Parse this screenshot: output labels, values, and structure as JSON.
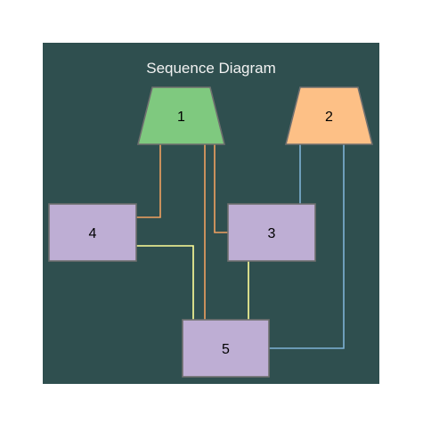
{
  "diagram": {
    "title": "Sequence Diagram",
    "colors": {
      "background": "#2f4f4f",
      "title_text": "#f2f2f2",
      "node_border": "#6f6f6f",
      "label_text": "#000000"
    },
    "nodes": [
      {
        "id": "1",
        "label": "1",
        "shape": "trapezoid",
        "fill": "#7fc97f"
      },
      {
        "id": "2",
        "label": "2",
        "shape": "trapezoid",
        "fill": "#fdc086"
      },
      {
        "id": "3",
        "label": "3",
        "shape": "rectangle",
        "fill": "#beaed4"
      },
      {
        "id": "4",
        "label": "4",
        "shape": "rectangle",
        "fill": "#beaed4"
      },
      {
        "id": "5",
        "label": "5",
        "shape": "rectangle",
        "fill": "#beaed4"
      }
    ],
    "edges": [
      {
        "from": "1",
        "to": "4",
        "color": "#f0a060"
      },
      {
        "from": "1",
        "to": "3",
        "color": "#f0a060"
      },
      {
        "from": "1",
        "to": "5",
        "color": "#f0a060"
      },
      {
        "from": "2",
        "to": "3",
        "color": "#7fb3d5"
      },
      {
        "from": "2",
        "to": "5",
        "color": "#7fb3d5"
      },
      {
        "from": "4",
        "to": "5",
        "color": "#ffff99"
      },
      {
        "from": "3",
        "to": "5",
        "color": "#ffff99"
      }
    ]
  }
}
